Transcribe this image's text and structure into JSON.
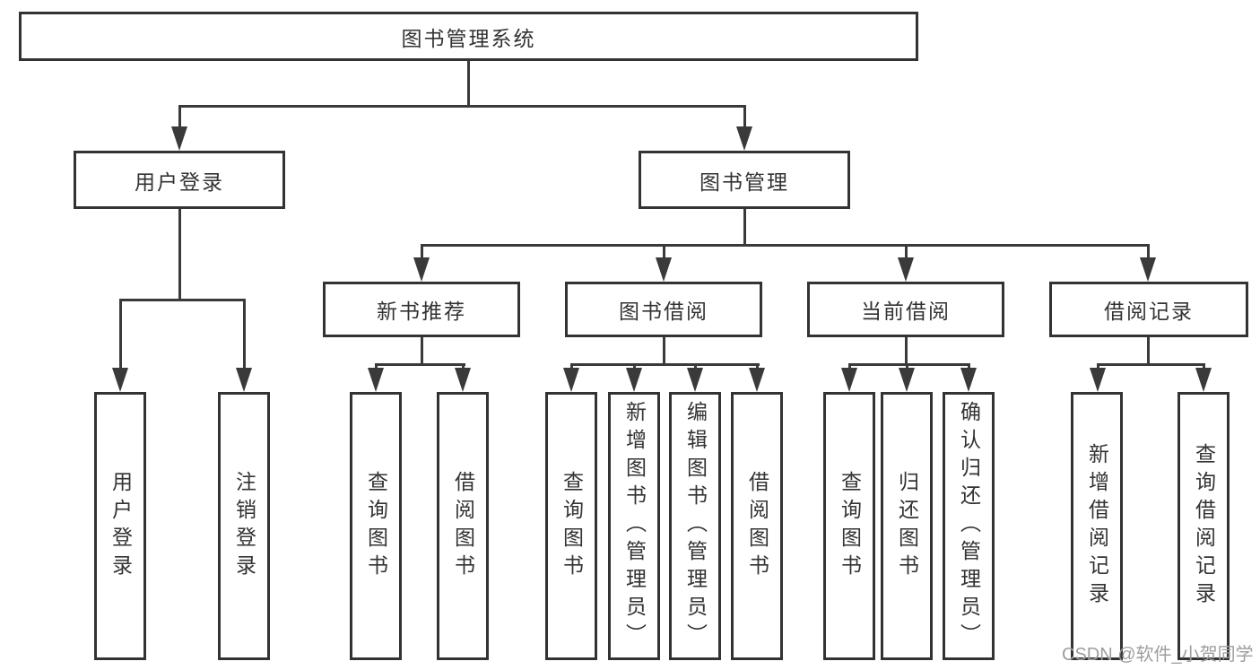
{
  "diagram": {
    "root": {
      "label": "图书管理系统",
      "children": [
        {
          "label": "用户登录",
          "children": [
            {
              "label": "用户登录"
            },
            {
              "label": "注销登录"
            }
          ]
        },
        {
          "label": "图书管理",
          "children": [
            {
              "label": "新书推荐",
              "children": [
                {
                  "label": "查询图书"
                },
                {
                  "label": "借阅图书"
                }
              ]
            },
            {
              "label": "图书借阅",
              "children": [
                {
                  "label": "查询图书"
                },
                {
                  "label": "新增图书（管理员）"
                },
                {
                  "label": "编辑图书（管理员）"
                },
                {
                  "label": "借阅图书"
                }
              ]
            },
            {
              "label": "当前借阅",
              "children": [
                {
                  "label": "查询图书"
                },
                {
                  "label": "归还图书"
                },
                {
                  "label": "确认归还（管理员）"
                }
              ]
            },
            {
              "label": "借阅记录",
              "children": [
                {
                  "label": "新增借阅记录"
                },
                {
                  "label": "查询借阅记录"
                }
              ]
            }
          ]
        }
      ]
    }
  },
  "watermark": "CSDN @软件_小贺同学",
  "colors": {
    "line": "#3a3a3a",
    "border": "#333333",
    "text": "#333333",
    "background": "#ffffff",
    "watermark": "#9e9e9e"
  }
}
